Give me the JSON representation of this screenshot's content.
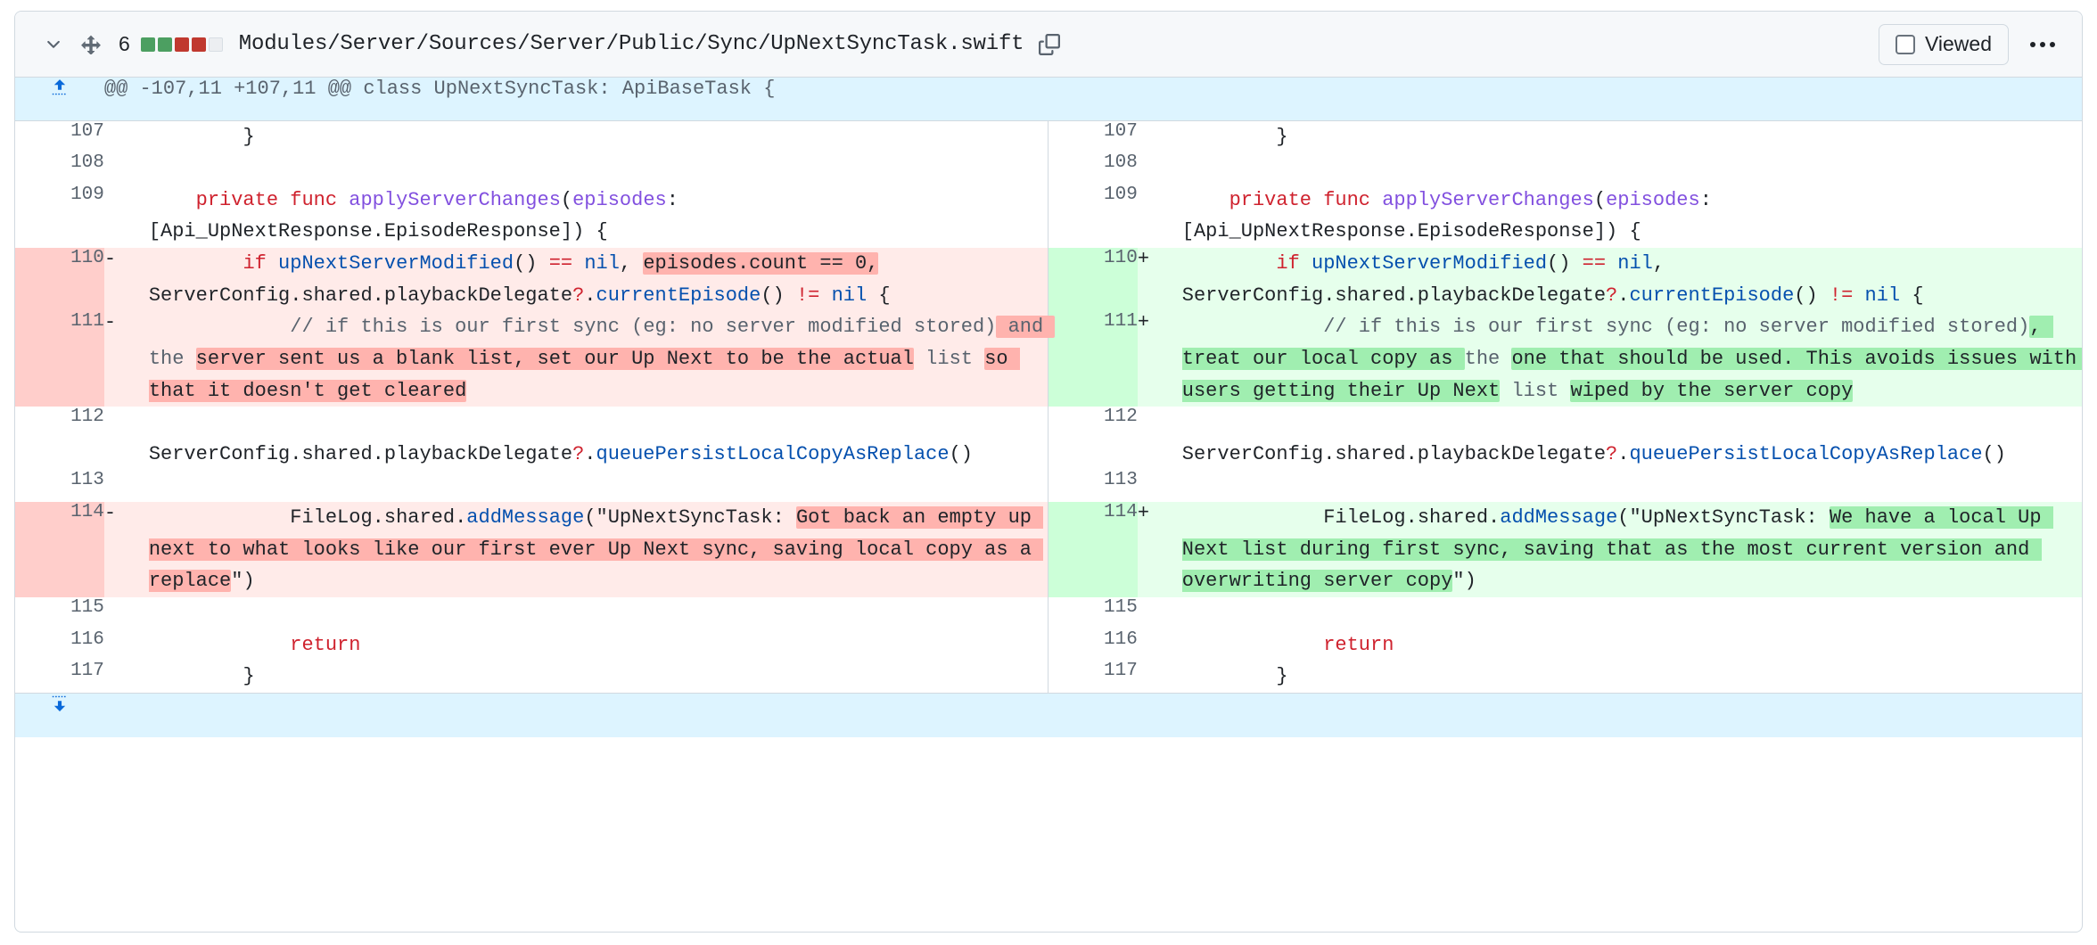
{
  "header": {
    "chevron_icon": "chevron-down-icon",
    "expand_icon": "unfold-icon",
    "diffstat_count": "6",
    "diffstat_blocks": [
      "add",
      "add",
      "del",
      "del",
      "neutral"
    ],
    "file_path": "Modules/Server/Sources/Server/Public/Sync/UpNextSyncTask.swift",
    "copy_icon": "copy-path-icon",
    "viewed_label": "Viewed",
    "viewed_checked": false,
    "kebab_icon": "kebab-horizontal-icon"
  },
  "hunk": {
    "expand_up_icon": "expand-up-icon",
    "expand_down_icon": "expand-down-icon",
    "header_text": "@@ -107,11 +107,11 @@ class UpNextSyncTask: ApiBaseTask {"
  },
  "colors": {
    "add_bg": "#e6ffec",
    "add_num_bg": "#ccffd8",
    "add_highlight": "#a0eeb0",
    "del_bg": "#ffebe9",
    "del_num_bg": "#ffcecb",
    "del_highlight": "#ffb3ae",
    "hunk_bg": "#ddf4ff",
    "header_bg": "#f6f8fa",
    "border": "#d1d9e0"
  },
  "rows": [
    {
      "type": "context",
      "left": {
        "num": "107",
        "mark": "",
        "code": "        }"
      },
      "right": {
        "num": "107",
        "mark": "",
        "code": "        }"
      }
    },
    {
      "type": "context",
      "left": {
        "num": "108",
        "mark": "",
        "code": ""
      },
      "right": {
        "num": "108",
        "mark": "",
        "code": ""
      }
    },
    {
      "type": "context",
      "left": {
        "num": "109",
        "mark": "",
        "code": "    private func applyServerChanges(episodes: [Api_UpNextResponse.EpisodeResponse]) {"
      },
      "right": {
        "num": "109",
        "mark": "",
        "code": "    private func applyServerChanges(episodes: [Api_UpNextResponse.EpisodeResponse]) {"
      }
    },
    {
      "type": "change",
      "left": {
        "num": "110",
        "mark": "-",
        "code": "        if upNextServerModified() == nil, episodes.count == 0, ServerConfig.shared.playbackDelegate?.currentEpisode() != nil {"
      },
      "right": {
        "num": "110",
        "mark": "+",
        "code": "        if upNextServerModified() == nil, ServerConfig.shared.playbackDelegate?.currentEpisode() != nil {"
      }
    },
    {
      "type": "change",
      "left": {
        "num": "111",
        "mark": "-",
        "code": "            // if this is our first sync (eg: no server modified stored) and the server sent us a blank list, set our Up Next to be the actual list so that it doesn't get cleared"
      },
      "right": {
        "num": "111",
        "mark": "+",
        "code": "            // if this is our first sync (eg: no server modified stored), treat our local copy as the one that should be used. This avoids issues with users getting their Up Next list wiped by the server copy"
      }
    },
    {
      "type": "context",
      "left": {
        "num": "112",
        "mark": "",
        "code": "            ServerConfig.shared.playbackDelegate?.queuePersistLocalCopyAsReplace()"
      },
      "right": {
        "num": "112",
        "mark": "",
        "code": "            ServerConfig.shared.playbackDelegate?.queuePersistLocalCopyAsReplace()"
      }
    },
    {
      "type": "context",
      "left": {
        "num": "113",
        "mark": "",
        "code": ""
      },
      "right": {
        "num": "113",
        "mark": "",
        "code": ""
      }
    },
    {
      "type": "change",
      "left": {
        "num": "114",
        "mark": "-",
        "code": "            FileLog.shared.addMessage(\"UpNextSyncTask: Got back an empty up next to what looks like our first ever Up Next sync, saving local copy as a replace\")"
      },
      "right": {
        "num": "114",
        "mark": "+",
        "code": "            FileLog.shared.addMessage(\"UpNextSyncTask: We have a local Up Next list during first sync, saving that as the most current version and overwriting server copy\")"
      }
    },
    {
      "type": "context",
      "left": {
        "num": "115",
        "mark": "",
        "code": ""
      },
      "right": {
        "num": "115",
        "mark": "",
        "code": ""
      }
    },
    {
      "type": "context",
      "left": {
        "num": "116",
        "mark": "",
        "code": "            return"
      },
      "right": {
        "num": "116",
        "mark": "",
        "code": "            return"
      }
    },
    {
      "type": "context",
      "left": {
        "num": "117",
        "mark": "",
        "code": "        }"
      },
      "right": {
        "num": "117",
        "mark": "",
        "code": "        }"
      }
    }
  ]
}
